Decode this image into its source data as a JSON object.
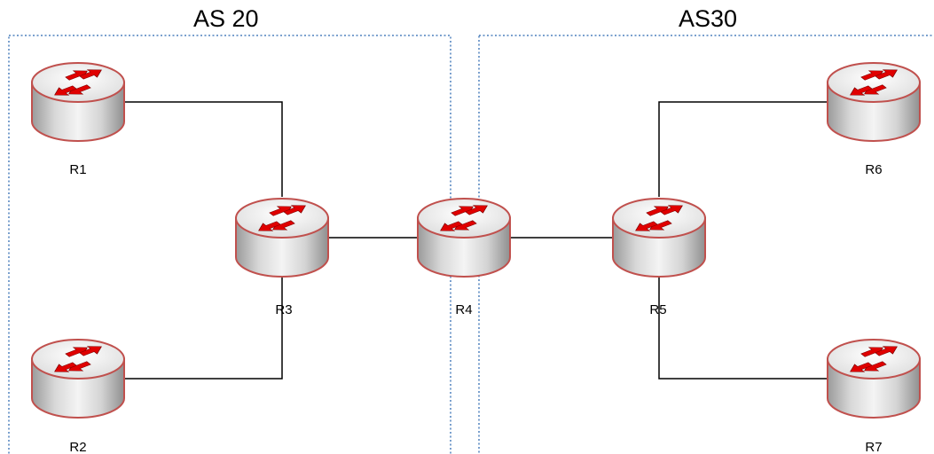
{
  "autonomous_systems": [
    {
      "id": "as20",
      "label": "AS 20"
    },
    {
      "id": "as30",
      "label": "AS30"
    }
  ],
  "routers": [
    {
      "id": "r1",
      "label": "R1"
    },
    {
      "id": "r2",
      "label": "R2"
    },
    {
      "id": "r3",
      "label": "R3"
    },
    {
      "id": "r4",
      "label": "R4"
    },
    {
      "id": "r5",
      "label": "R5"
    },
    {
      "id": "r6",
      "label": "R6"
    },
    {
      "id": "r7",
      "label": "R7"
    }
  ],
  "links": [
    [
      "R1",
      "R3"
    ],
    [
      "R2",
      "R3"
    ],
    [
      "R3",
      "R4"
    ],
    [
      "R4",
      "R5"
    ],
    [
      "R5",
      "R6"
    ],
    [
      "R5",
      "R7"
    ]
  ],
  "colors": {
    "boundary": "#4f81bd",
    "router_arrow": "#e00000",
    "router_rim": "#c0504d",
    "link": "#000000"
  }
}
